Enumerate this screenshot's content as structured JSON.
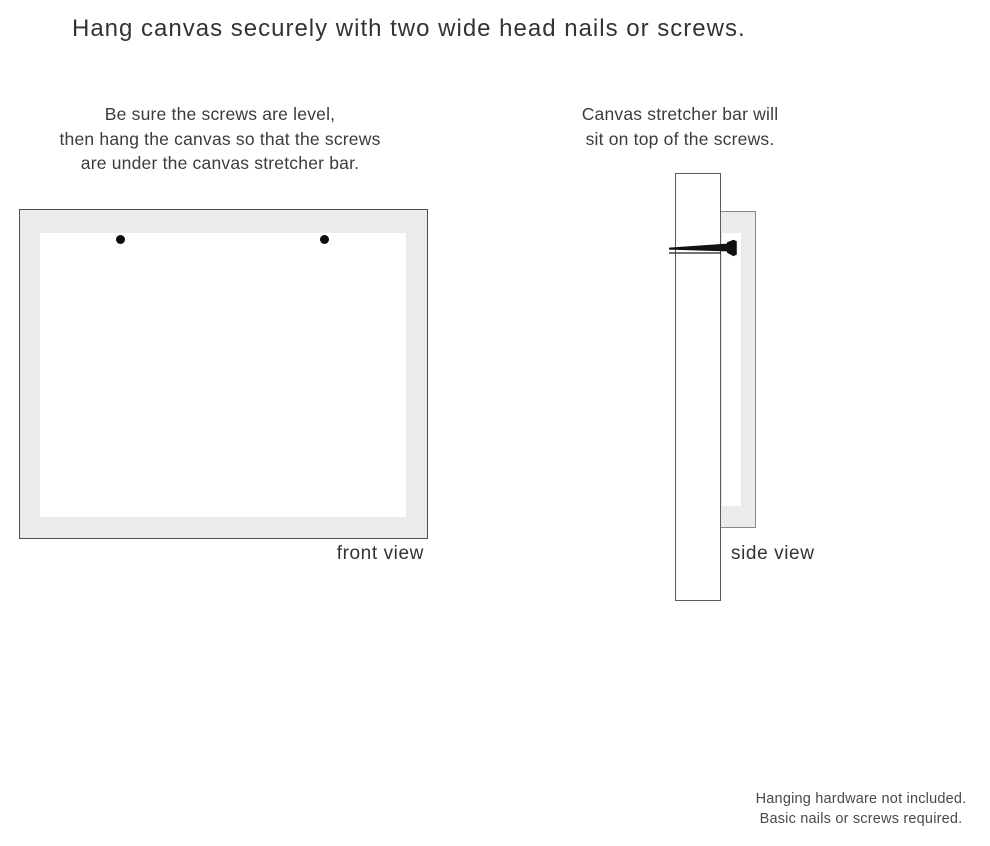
{
  "page": {
    "title": "Hang canvas securely with two wide head nails or screws."
  },
  "instructions": {
    "front": {
      "line1": "Be sure the screws are level,",
      "line2": "then hang the canvas so that the screws",
      "line3": "are under the canvas stretcher bar."
    },
    "side": {
      "line1": "Canvas stretcher bar will",
      "line2": "sit on top of the screws."
    }
  },
  "diagrams": {
    "front_label": "front view",
    "side_label": "side view"
  },
  "footer": {
    "line1": "Hanging hardware not included.",
    "line2": "Basic nails or screws required."
  },
  "colors": {
    "canvas_gray": "#ebebeb",
    "border_dark": "#4f4f4f",
    "border_mid": "#888888",
    "nail_black": "#111111",
    "text_dark": "#333333",
    "text_body": "#3c3c3c",
    "text_footer": "#4a4a4a"
  }
}
